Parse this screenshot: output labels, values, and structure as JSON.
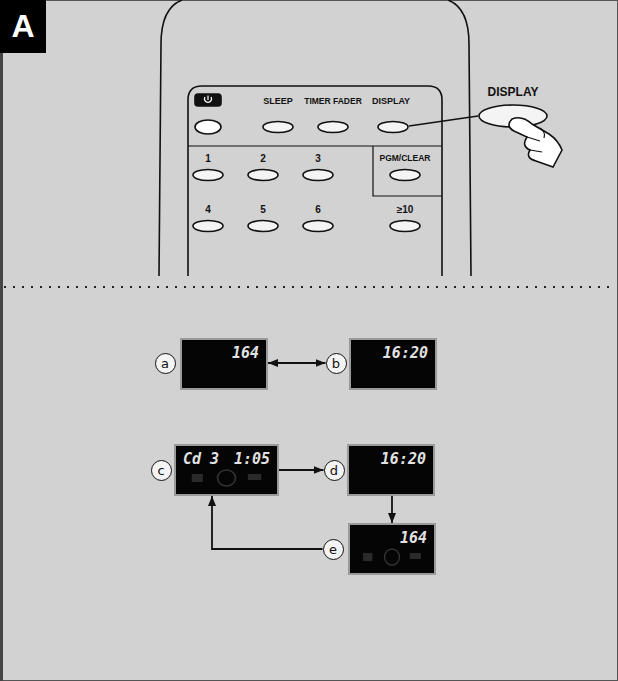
{
  "diagram": {
    "nodes": [
      {
        "text": [
          "A"
        ]
      },
      {
        "text": [
          "a"
        ]
      },
      {
        "text": [
          "164"
        ]
      },
      {
        "text": [
          "b"
        ]
      },
      {
        "text": [
          "16:20"
        ]
      },
      {
        "text": [
          "c"
        ]
      },
      {
        "text": [
          "Cd 3",
          "1:05"
        ]
      },
      {
        "text": [
          "d"
        ]
      },
      {
        "text": [
          "16:20"
        ]
      },
      {
        "text": [
          "e"
        ]
      },
      {
        "text": [
          "164"
        ]
      }
    ],
    "edges": [
      {
        "from": 2,
        "to": 3,
        "arrow": "both"
      },
      {
        "from": 6,
        "to": 7,
        "arrow": "to"
      },
      {
        "from": 8,
        "to": 10,
        "arrow": "to"
      },
      {
        "from": 9,
        "to": 6,
        "arrow": "to"
      }
    ],
    "labels": [
      "SLEEP",
      "TIMER FADER",
      "DISPLAY",
      "1",
      "2",
      "3",
      "PGM/CLEAR",
      "4",
      "5",
      "6",
      "≥10",
      "DISPLAY"
    ]
  }
}
